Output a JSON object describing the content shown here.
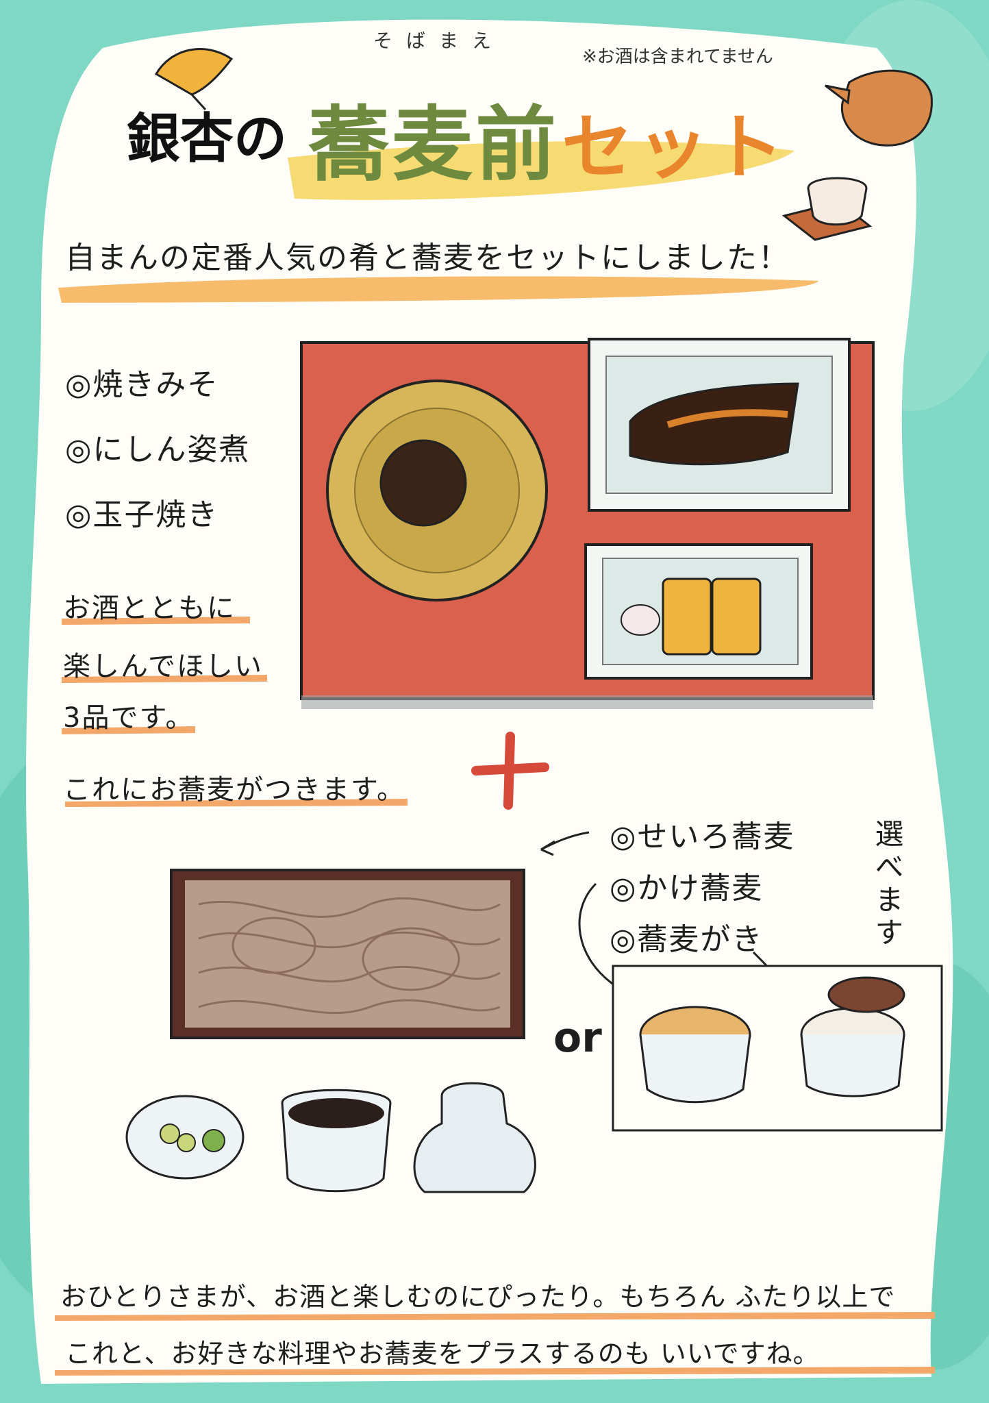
{
  "header": {
    "title_prefix": "銀杏の",
    "title_main": "蕎麦前",
    "title_suffix": "セット",
    "title_ruby": "そばまえ",
    "note": "※お酒は含まれてません"
  },
  "tagline": "自まんの定番人気の肴と蕎麦をセットにしました！",
  "dishes": [
    "◎焼きみそ",
    "◎にしん姿煮",
    "◎玉子焼き"
  ],
  "description": [
    "お酒とともに",
    "楽しんでほしい",
    "3品です。",
    "これにお蕎麦がつきます。"
  ],
  "soba_options": [
    "◎せいろ蕎麦",
    "◎かけ蕎麦",
    "◎蕎麦がき"
  ],
  "choose_label": "選べます",
  "or_label": "or",
  "footer": [
    "おひとりさまが、お酒と楽しむのにぴったり。もちろん ふたり以上で",
    "これと、お好きな料理やお蕎麦をプラスするのも いいですね。"
  ],
  "colors": {
    "mint": "#7fd8c3",
    "paper": "#fefdf8",
    "tray": "#d9614e",
    "accent_orange": "#e9862d",
    "accent_green": "#6d8a3f",
    "highlight_yellow": "#f5d55c"
  }
}
